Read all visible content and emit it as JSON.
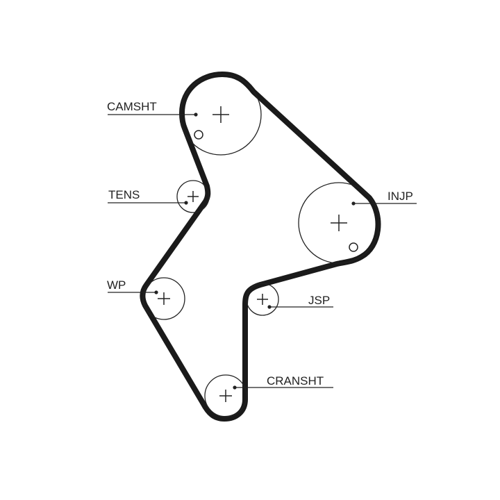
{
  "diagram": {
    "labels": {
      "camshaft": "CAMSHT",
      "tensioner": "TENS",
      "water_pump": "WP",
      "injection_pump": "INJP",
      "jackshaft": "JSP",
      "crankshaft": "CRANSHT"
    },
    "colors": {
      "belt": "#1a1a1a",
      "pulley_outline": "#222222",
      "leader_line": "#222222",
      "background": "#ffffff"
    }
  }
}
